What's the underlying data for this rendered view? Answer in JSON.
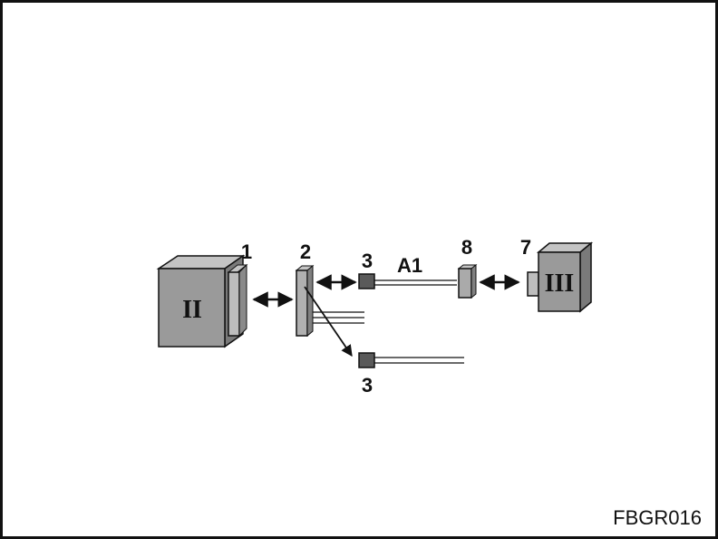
{
  "diagram": {
    "module_left": "II",
    "module_right": "III",
    "labels": {
      "connector_1": "1",
      "connector_2": "2",
      "connector_3_top": "3",
      "connector_3_bottom": "3",
      "cable": "A1",
      "connector_8": "8",
      "connector_7": "7"
    },
    "figure_code": "FBGR016"
  },
  "colors": {
    "box_front": "#9a9a9a",
    "box_top": "#c4c4c4",
    "box_side": "#7a7a7a",
    "connector": "#5a5a5a",
    "line": "#111111"
  }
}
